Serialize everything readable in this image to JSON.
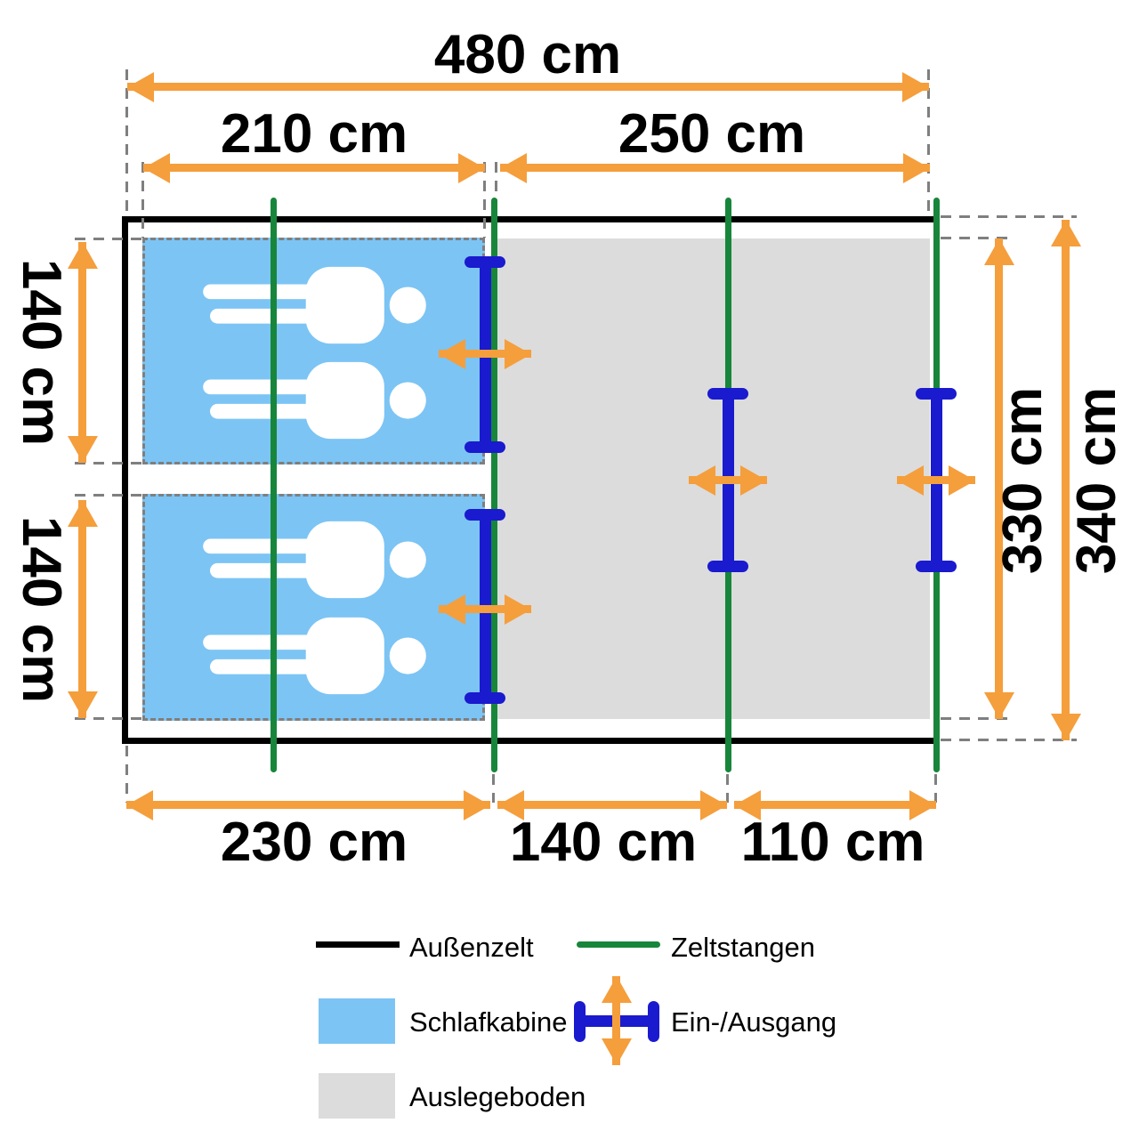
{
  "dims": {
    "width_total": "480 cm",
    "width_cabins": "210 cm",
    "width_vestibule": "250 cm",
    "height_cabin_upper": "140 cm",
    "height_cabin_lower": "140 cm",
    "depth_rear": "230 cm",
    "depth_mid": "140 cm",
    "depth_front": "110 cm",
    "height_groundsheet": "330 cm",
    "height_total": "340 cm"
  },
  "legend": {
    "outer_tent": "Außenzelt",
    "tent_poles": "Zeltstangen",
    "sleeping_cabin": "Schlafkabine",
    "entrance_exit": "Ein-/Ausgang",
    "groundsheet": "Auslegeboden"
  },
  "icons": {
    "person": "person-lying-icon",
    "entrance": "double-arrow-through-door-icon"
  },
  "colors": {
    "outline_black": "#000000",
    "pole_green": "#17863B",
    "door_blue": "#1A1ACF",
    "arrow_orange": "#F59E3C",
    "cabin_blue": "#7CC4F4",
    "groundsheet_gray": "#DCDCDC",
    "dash_gray": "#7F7F7F"
  },
  "counts": {
    "sleeping_cabins": 2,
    "persons_per_cabin": 2,
    "tent_poles": 4,
    "entrances": 4
  }
}
